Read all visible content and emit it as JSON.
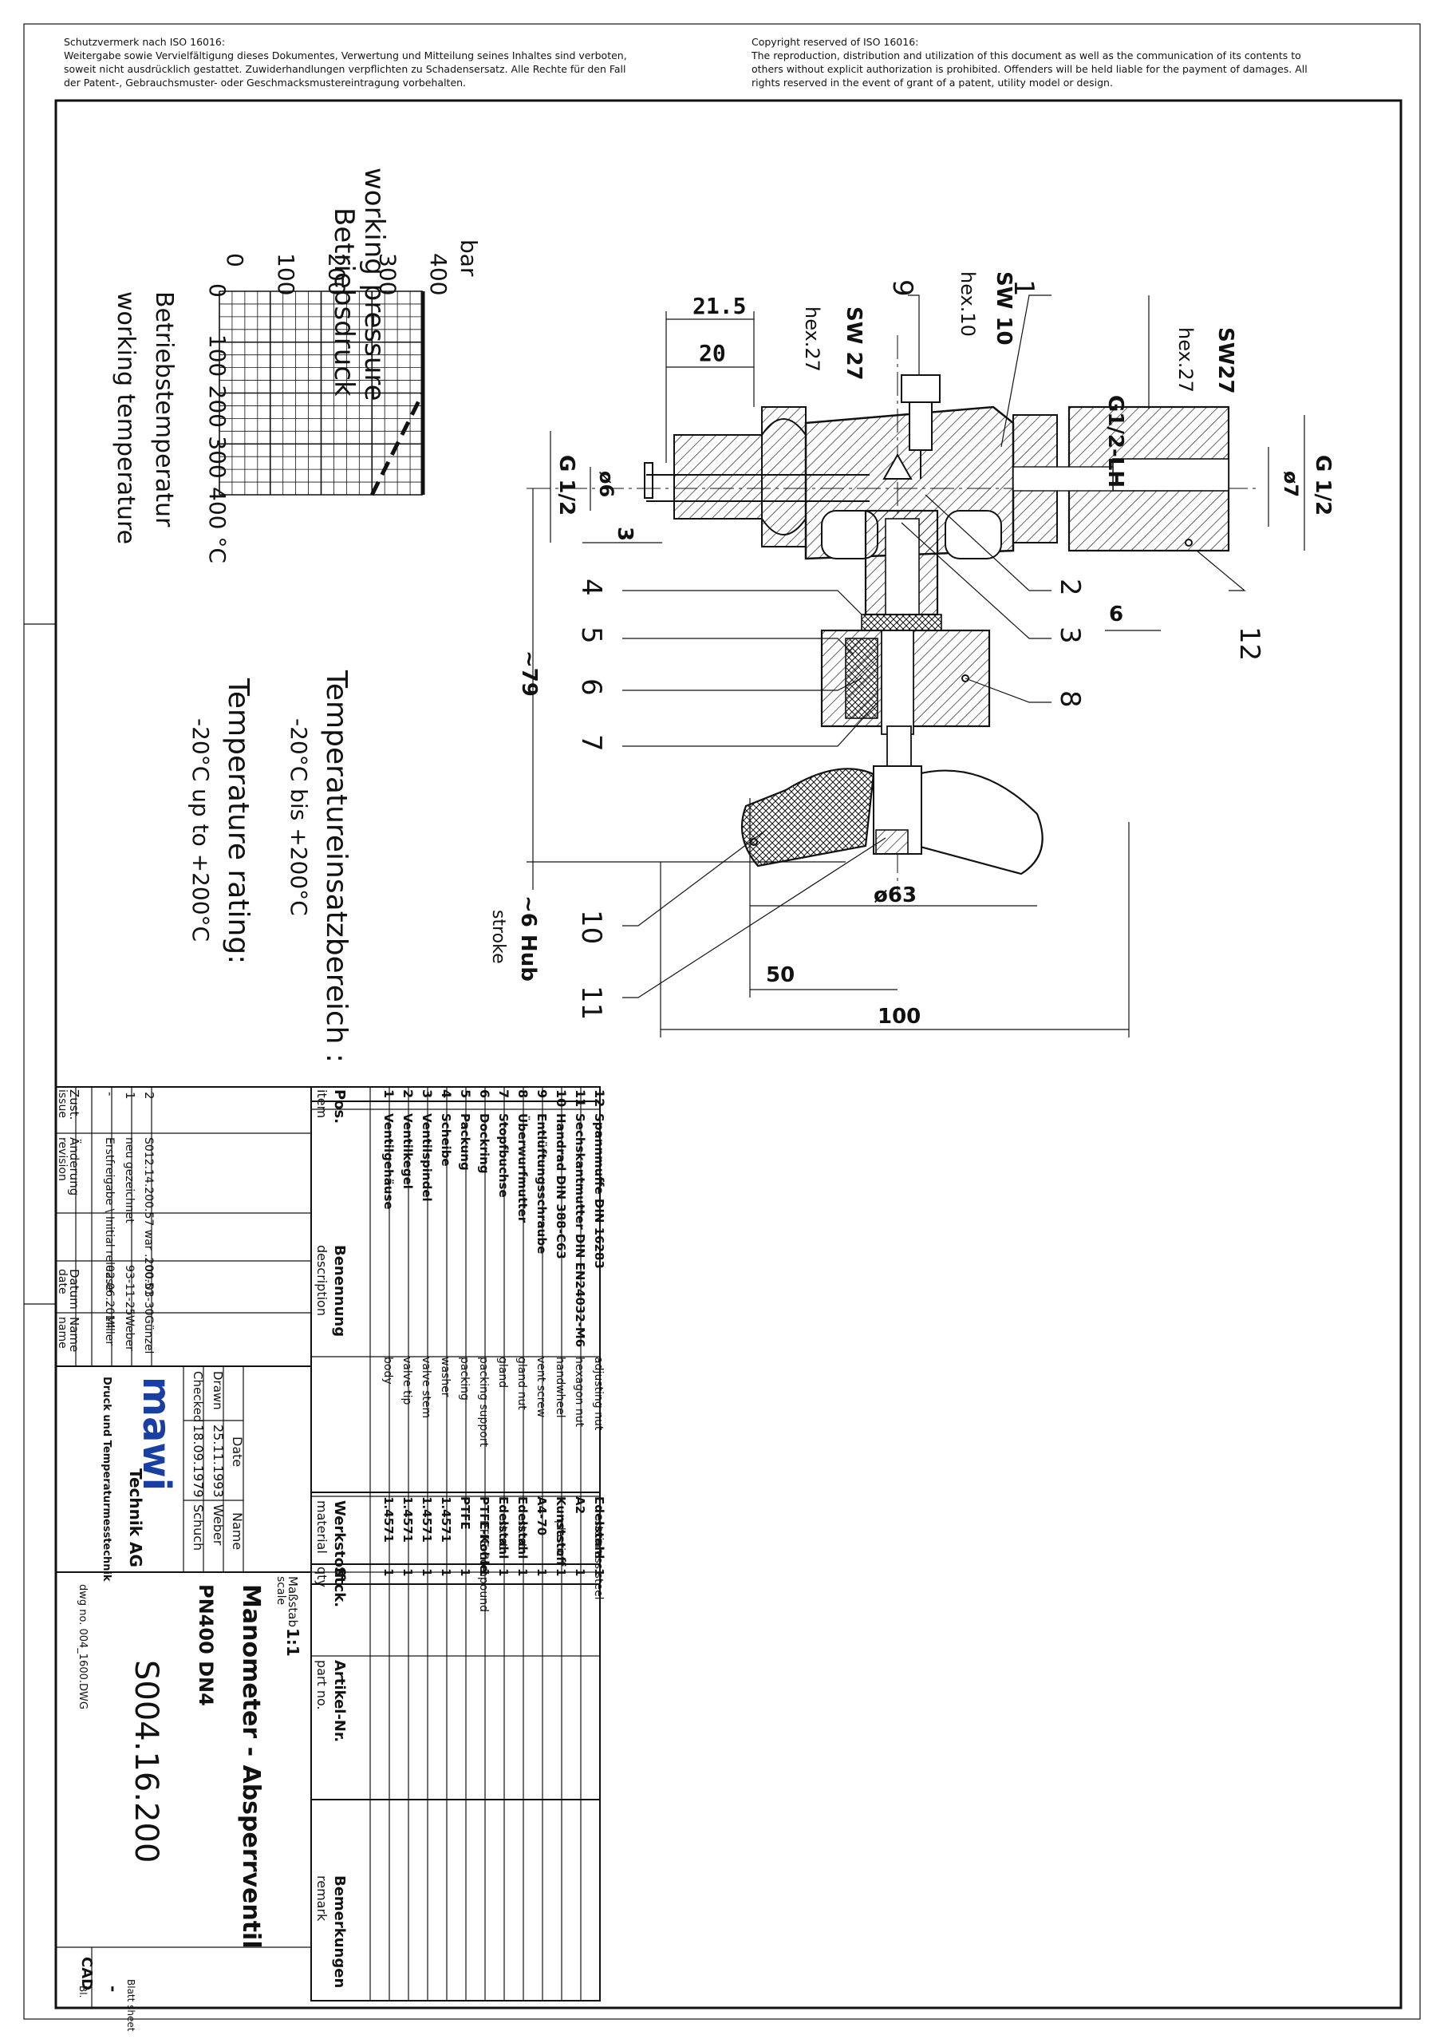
{
  "notices": {
    "de": {
      "title": "Schutzvermerk nach ISO 16016:",
      "lines": [
        "Weitergabe sowie Vervielfältigung dieses Dokumentes, Verwertung und Mitteilung seines Inhaltes sind verboten,",
        "soweit nicht ausdrücklich gestattet. Zuwiderhandlungen verpflichten zu Schadensersatz. Alle Rechte für den Fall",
        "der Patent-, Gebrauchsmuster- oder Geschmacksmustereintragung vorbehalten."
      ]
    },
    "en": {
      "title": "Copyright reserved of ISO 16016:",
      "lines": [
        "The reproduction, distribution and utilization of this document as well as the communication of its contents to",
        "others without explicit authorization is prohibited. Offenders will be held liable for the payment of damages. All",
        "rights reserved in the event of grant of a patent, utility model or design."
      ]
    }
  },
  "pt_chart": {
    "title_en": "working pressure",
    "title_de": "Betriebsdruck",
    "unit": "bar",
    "y_ticks": [
      "0",
      "100",
      "200",
      "300",
      "400"
    ],
    "x_ticks": [
      "0",
      "100",
      "200",
      "300",
      "400 °C"
    ],
    "xlabel_de": "Betriebstemperatur",
    "xlabel_en": "working temperature"
  },
  "chart_data": {
    "type": "line",
    "xlabel": "working temperature",
    "ylabel": "working pressure",
    "x_unit": "°C",
    "y_unit": "bar",
    "xlim": [
      0,
      400
    ],
    "ylim": [
      0,
      400
    ],
    "grid": true,
    "series": [
      {
        "style": "solid",
        "points": [
          [
            0,
            400
          ],
          [
            100,
            400
          ],
          [
            400,
            400
          ]
        ]
      },
      {
        "style": "dashed",
        "points": [
          [
            0,
            400
          ],
          [
            200,
            400
          ],
          [
            400,
            300
          ]
        ]
      }
    ]
  },
  "temp_notes": {
    "insert_range_de": "Temperatureinsatzbereich :",
    "insert_range_de_value": "-20°C bis +200°C",
    "rating_en": "Temperature rating:",
    "rating_en_value": "-20°C up to +200°C"
  },
  "dims": {
    "d21_5": "21.5",
    "d20": "20",
    "sw27a": "SW 27",
    "hex27a": "hex.27",
    "sw10": "SW 10",
    "hex10": "hex.10",
    "sw27b": "SW27",
    "hex27b": "hex.27",
    "g12lh": "G1/2-LH",
    "g12_left": "G 1/2",
    "phi6": "ø6",
    "d3": "3",
    "phi7": "ø7",
    "g12_right": "G 1/2",
    "d6": "6",
    "d79": "~79",
    "hub": "~6 Hub",
    "stroke": "stroke",
    "phi63": "ø63",
    "d50": "50",
    "d100": "100"
  },
  "balloons": [
    "1",
    "2",
    "3",
    "4",
    "5",
    "6",
    "7",
    "8",
    "9",
    "10",
    "11",
    "12"
  ],
  "parts_table": {
    "header": {
      "pos": "Pos.",
      "pos_en": "item",
      "name": "Benennung",
      "name_en": "description",
      "material": "Werkstoff",
      "material_en": "material",
      "qty": "Stck.",
      "qty_en": "qty",
      "part": "Artikel-Nr.",
      "part_en": "part no.",
      "remark": "Bemerkungen",
      "remark_en": "remark"
    },
    "rows": [
      {
        "pos": "12",
        "name": "Spannmuffe DIN 16283",
        "name_en": "adjusting nut",
        "mat": "Edelstahl",
        "mat_en": "stainless steel",
        "qty": "1"
      },
      {
        "pos": "11",
        "name": "Sechskantmutter DIN EN24032-M6",
        "name_en": "hexagon nut",
        "mat": "A2",
        "mat_en": "",
        "qty": "1"
      },
      {
        "pos": "10",
        "name": "Handrad DIN 388-C63",
        "name_en": "handwheel",
        "mat": "Kunststoff",
        "mat_en": "plastic",
        "qty": "1"
      },
      {
        "pos": "9",
        "name": "Entlüftungsschraube",
        "name_en": "vent screw",
        "mat": "A4-70",
        "mat_en": "",
        "qty": "1"
      },
      {
        "pos": "8",
        "name": "Überwurfmutter",
        "name_en": "gland nut",
        "mat": "Edelstahl",
        "mat_en": "st. st.",
        "qty": "1"
      },
      {
        "pos": "7",
        "name": "Stopfbuchse",
        "name_en": "gland",
        "mat": "Edelstahl",
        "mat_en": "st. st.",
        "qty": "1"
      },
      {
        "pos": "6",
        "name": "Dockring",
        "name_en": "packing support",
        "mat": "PTFE-Kohle",
        "mat_en": "PTFE-Compound",
        "qty": "1"
      },
      {
        "pos": "5",
        "name": "Packung",
        "name_en": "packing",
        "mat": "PTFE",
        "mat_en": "",
        "qty": "1"
      },
      {
        "pos": "4",
        "name": "Scheibe",
        "name_en": "washer",
        "mat": "1.4571",
        "mat_en": "",
        "qty": "1"
      },
      {
        "pos": "3",
        "name": "Ventilspindel",
        "name_en": "valve stem",
        "mat": "1.4571",
        "mat_en": "",
        "qty": "1"
      },
      {
        "pos": "2",
        "name": "Ventilkegel",
        "name_en": "valve tip",
        "mat": "1.4571",
        "mat_en": "",
        "qty": "1"
      },
      {
        "pos": "1",
        "name": "Ventilgehäuse",
        "name_en": "body",
        "mat": "1.4571",
        "mat_en": "",
        "qty": "1"
      }
    ]
  },
  "title_block": {
    "scale_label": "Maßstab",
    "scale_label_en": "scale",
    "scale": "1:1",
    "title": "Manometer - Absperrventil",
    "subtitle": "PN400  DN4",
    "drawing_no": "S004.16.200",
    "dwg_file": "dwg no. 004_1600.DWG",
    "cad": "CAD",
    "sheet_label": "Blatt sheet",
    "sheet_value": "-",
    "sheet_short": "Bl.",
    "date_label": "Date",
    "name_label": "Name",
    "drawn_label": "Drawn",
    "drawn_date": "25.11.1993",
    "drawn_name": "Weber",
    "checked_label": "Checked",
    "checked_date": "18.09.1979",
    "checked_name": "Schuch",
    "company": "mawi",
    "company_suffix": "Technik AG",
    "company_sub": "Druck und Temperaturmesstechnik"
  },
  "revisions": {
    "header": {
      "zust": "Zust.",
      "zust_en": "issue",
      "change": "Änderung",
      "change_en": "revision",
      "date": "Datum",
      "date_en": "date",
      "name": "Name",
      "name_en": "name"
    },
    "rows": [
      {
        "issue": "2",
        "text": "S012.14.200.57  war  .200.51",
        "date": "00-03-30",
        "name": "Günzel"
      },
      {
        "issue": "1",
        "text": "neu gezeichnet",
        "date": "93-11-25",
        "name": "Weber"
      },
      {
        "issue": "-",
        "text": "Erstfreigabe \\ Initial release",
        "date": "02.06.2014",
        "name": "Miller"
      }
    ]
  }
}
